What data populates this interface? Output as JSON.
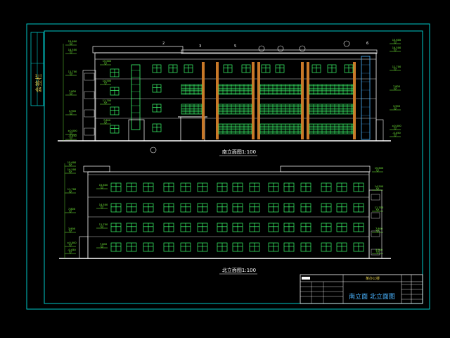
{
  "side_stamp": "会签栏",
  "front_caption": "南立面图1:100",
  "rear_caption": "北立面图1:100",
  "title_block": {
    "project_label": "某办公楼",
    "drawing_name": "南立面  北立面图"
  },
  "level_labels": [
    "15.600",
    "14.500",
    "11.700",
    "7.800",
    "3.900",
    "±0.000",
    "-0.450"
  ],
  "axis_markers": [
    "2",
    "3",
    "5",
    "6"
  ],
  "colors": {
    "frame": "#00c8c8",
    "line": "#ffffff",
    "window": "#3cff6e",
    "annotation": "#7cff3c",
    "accent": "#c87828",
    "title_text": "#4ab4ff"
  }
}
